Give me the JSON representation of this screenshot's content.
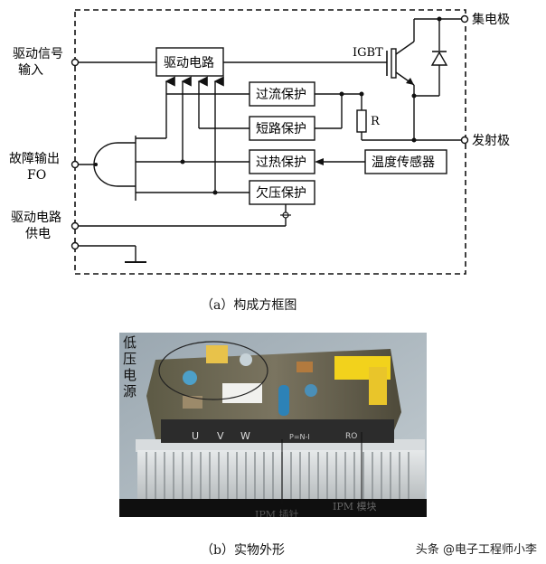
{
  "diagram": {
    "terminals": {
      "drive_signal_line1": "驱动信号",
      "drive_signal_line2": "输入",
      "fault_line1": "故障输出",
      "fault_line2": "FO",
      "supply_line1": "驱动电路",
      "supply_line2": "供电",
      "collector": "集电极",
      "emitter": "发射极"
    },
    "blocks": {
      "drive_circuit": "驱动电路",
      "overcurrent": "过流保护",
      "short_circuit": "短路保护",
      "overheat": "过热保护",
      "undervoltage": "欠压保护",
      "temp_sensor": "温度传感器"
    },
    "components": {
      "igbt": "IGBT",
      "resistor": "R"
    }
  },
  "captions": {
    "a": "（a）构成方框图",
    "b": "（b）实物外形"
  },
  "photo": {
    "low_voltage_label": [
      "低",
      "压",
      "电",
      "源"
    ],
    "pins": [
      "U",
      "V",
      "W"
    ],
    "pin_right1": "P=N-I",
    "pin_right2": "RO",
    "bottom_label": "IPM 模块",
    "bottom_label2": "IPM 插针"
  },
  "watermark": "头条 @电子工程师小李"
}
